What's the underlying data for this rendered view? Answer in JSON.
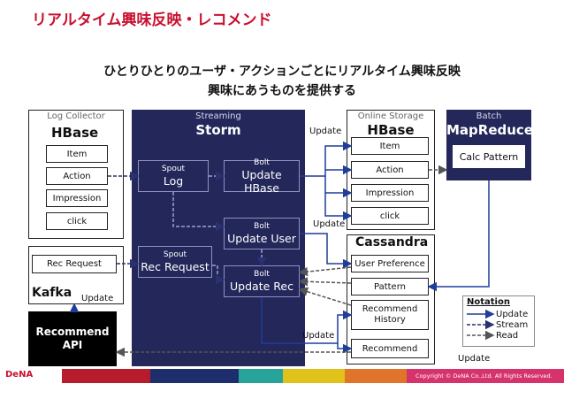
{
  "title": "リアルタイム興味反映・レコメンド",
  "subtitle_line1": "ひとりひとりのユーザ・アクションごとにリアルタイム興味反映",
  "subtitle_line2": "興味にあうものを提供する",
  "log_collector": {
    "label": "Log Collector",
    "name": "HBase",
    "items": [
      "Item",
      "Action",
      "Impression",
      "click"
    ]
  },
  "kafka": {
    "name": "Kafka",
    "rec_request": "Rec Request",
    "update_label": "Update"
  },
  "recommend_api": {
    "line1": "Recommend",
    "line2": "API"
  },
  "streaming": {
    "label": "Streaming",
    "name": "Storm",
    "spout_log": {
      "kind": "Spout",
      "name": "Log"
    },
    "bolt_update_hbase": {
      "kind": "Bolt",
      "name": "Update HBase"
    },
    "bolt_update_user": {
      "kind": "Bolt",
      "name": "Update User"
    },
    "spout_rec_request": {
      "kind": "Spout",
      "name": "Rec Request"
    },
    "bolt_update_rec": {
      "kind": "Bolt",
      "name": "Update Rec"
    }
  },
  "online_storage": {
    "label": "Online Storage",
    "name": "HBase",
    "items": [
      "Item",
      "Action",
      "Impression",
      "click"
    ]
  },
  "cassandra": {
    "name": "Cassandra",
    "items": [
      "User Preference",
      "Pattern",
      "Recommend History",
      "Recommend"
    ]
  },
  "batch": {
    "label": "Batch",
    "name": "MapReduce",
    "calc": "Calc Pattern"
  },
  "edge_labels": {
    "update_hbase": "Update",
    "update_cassandra": "Update",
    "update_recommend": "Update",
    "update_batch": "Update"
  },
  "legend": {
    "title": "Notation",
    "update": "Update",
    "stream": "Stream",
    "read": "Read"
  },
  "footer": {
    "logo": "DeNA",
    "copyright": "Copyright © DeNA Co.,Ltd. All Rights Reserved."
  },
  "colors": {
    "title": "#c8102e",
    "dark_navy": "#23275a",
    "arrow_blue": "#1f3d99",
    "band_red": "#b71c2c",
    "band_navy": "#1e2d6b",
    "band_teal": "#27a39a",
    "band_yellow": "#e0c21a",
    "band_orange": "#e0742a",
    "band_pink": "#d6336c"
  }
}
